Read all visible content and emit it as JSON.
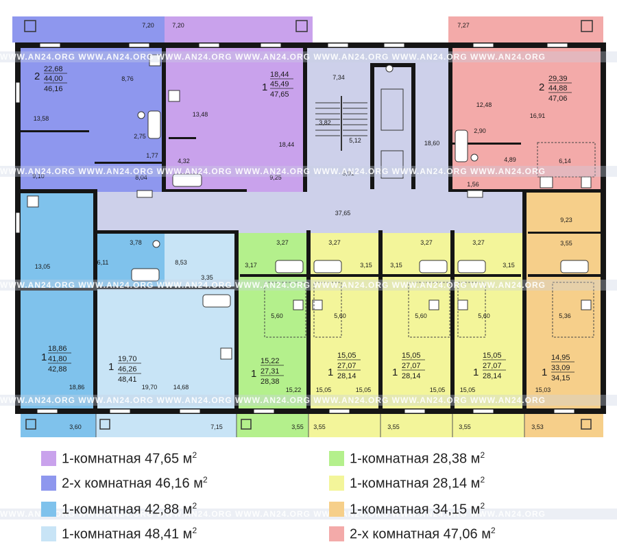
{
  "colors": {
    "apt_violet": "#c9a2ec",
    "apt_blue": "#8e97ee",
    "apt_mid_blue": "#7fc2ec",
    "apt_light_blue": "#c8e4f6",
    "apt_green": "#b4f08c",
    "apt_yellow": "#f3f59a",
    "apt_orange": "#f6cf8a",
    "apt_pink": "#f3aaa9",
    "corridor": "#cdd0ea",
    "wall": "#151515"
  },
  "apartments": [
    {
      "id": "a1",
      "rooms": "2",
      "living": "22,68",
      "total": "44,00",
      "gross": "46,16"
    },
    {
      "id": "a2",
      "rooms": "1",
      "living": "18,44",
      "total": "45,49",
      "gross": "47,65"
    },
    {
      "id": "a3",
      "rooms": "2",
      "living": "29,39",
      "total": "44,88",
      "gross": "47,06"
    },
    {
      "id": "a4",
      "rooms": "1",
      "living": "18,86",
      "total": "41,80",
      "gross": "42,88"
    },
    {
      "id": "a5",
      "rooms": "1",
      "living": "19,70",
      "total": "46,26",
      "gross": "48,41"
    },
    {
      "id": "a6",
      "rooms": "1",
      "living": "15,22",
      "total": "27,31",
      "gross": "28,38"
    },
    {
      "id": "a7",
      "rooms": "1",
      "living": "15,05",
      "total": "27,07",
      "gross": "28,14"
    },
    {
      "id": "a8",
      "rooms": "1",
      "living": "15,05",
      "total": "27,07",
      "gross": "28,14"
    },
    {
      "id": "a9",
      "rooms": "1",
      "living": "15,05",
      "total": "27,07",
      "gross": "28,14"
    },
    {
      "id": "a10",
      "rooms": "1",
      "living": "14,95",
      "total": "33,09",
      "gross": "34,15"
    }
  ],
  "room_areas": {
    "balc_top_left": "7,20",
    "balc_top_mid": "7,20",
    "balc_top_right": "7,27",
    "r_8_76": "8,76",
    "r_13_58": "13,58",
    "r_2_75": "2,75",
    "r_1_77": "1,77",
    "r_8_04": "8,04",
    "r_9_10": "9,10",
    "r_13_48": "13,48",
    "r_4_32": "4,32",
    "r_18_44": "18,44",
    "r_9_25": "9,25",
    "r_7_34": "7,34",
    "r_3_82": "3,82",
    "r_5_12": "5,12",
    "r_5_91": "5,91",
    "r_18_60": "18,60",
    "r_37_65": "37,65",
    "r_12_48": "12,48",
    "r_16_91": "16,91",
    "r_2_90": "2,90",
    "r_4_89": "4,89",
    "r_1_56": "1,56",
    "r_6_14": "6,14",
    "r_9_23": "9,23",
    "r_13_05": "13,05",
    "r_6_11": "6,11",
    "r_3_78": "3,78",
    "r_8_53": "8,53",
    "r_3_35": "3,35",
    "r_18_86": "18,86",
    "r_19_70": "19,70",
    "r_14_68": "14,68",
    "r_3_27_a": "3,27",
    "r_3_27_b": "3,27",
    "r_3_27_c": "3,27",
    "r_3_27_d": "3,27",
    "r_3_17": "3,17",
    "r_3_15_a": "3,15",
    "r_3_15_b": "3,15",
    "r_3_15_c": "3,15",
    "r_3_55_k": "3,55",
    "r_5_60_a": "5,60",
    "r_5_60_b": "5,60",
    "r_5_60_c": "5,60",
    "r_5_60_d": "5,60",
    "r_5_36": "5,36",
    "r_15_22": "15,22",
    "r_15_05_a": "15,05",
    "r_15_05_b": "15,05",
    "r_15_05_c": "15,05",
    "r_15_05_d": "15,05",
    "r_15_03": "15,03",
    "balc_b_3_60": "3,60",
    "balc_b_7_15": "7,15",
    "balc_b_3_55_a": "3,55",
    "balc_b_3_55_b": "3,55",
    "balc_b_3_55_c": "3,55",
    "balc_b_3_55_d": "3,55",
    "balc_b_3_53": "3,53"
  },
  "legend": [
    {
      "label": "1-комнатная 47,65 м",
      "sup": "2",
      "color": "#c9a2ec"
    },
    {
      "label": "2-х комнатная 46,16 м",
      "sup": "2",
      "color": "#8e97ee"
    },
    {
      "label": "1-комнатная 42,88 м",
      "sup": "2",
      "color": "#7fc2ec"
    },
    {
      "label": "1-комнатная 48,41 м",
      "sup": "2",
      "color": "#c8e4f6"
    },
    {
      "label": "1-комнатная 28,38 м",
      "sup": "2",
      "color": "#b4f08c"
    },
    {
      "label": "1-комнатная 28,14 м",
      "sup": "2",
      "color": "#f3f59a"
    },
    {
      "label": "1-комнатная 34,15 м",
      "sup": "2",
      "color": "#f6cf8a"
    },
    {
      "label": "2-х комнатная 47,06 м",
      "sup": "2",
      "color": "#f3aaa9"
    }
  ],
  "watermark": "WWW.AN24.ORG     WWW.AN24.ORG     WWW.AN24.ORG     WWW.AN24.ORG     WWW.AN24.ORG     WWW.AN24.ORG     WWW.AN24.ORG"
}
